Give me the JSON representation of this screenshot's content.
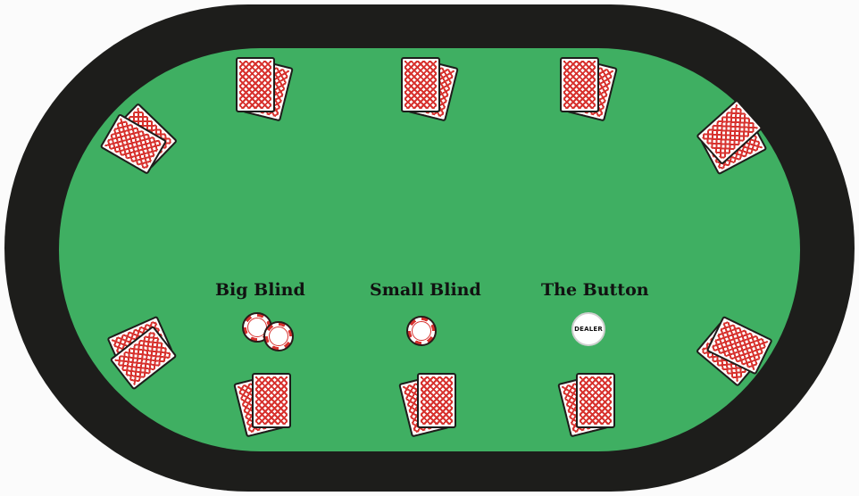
{
  "table": {
    "rail_color": "#1d1d1b",
    "felt_color": "#3faf62",
    "card_back_color": "#d7322e"
  },
  "seats": [
    {
      "name": "seat-top-left"
    },
    {
      "name": "seat-top-center"
    },
    {
      "name": "seat-top-right"
    },
    {
      "name": "seat-upper-left"
    },
    {
      "name": "seat-upper-right"
    },
    {
      "name": "seat-lower-left"
    },
    {
      "name": "seat-lower-right"
    },
    {
      "name": "seat-bottom-left"
    },
    {
      "name": "seat-bottom-center"
    },
    {
      "name": "seat-bottom-right"
    }
  ],
  "positions": {
    "big_blind_label": "Big Blind",
    "small_blind_label": "Small Blind",
    "button_label": "The Button",
    "dealer_chip_text": "DEALER"
  }
}
